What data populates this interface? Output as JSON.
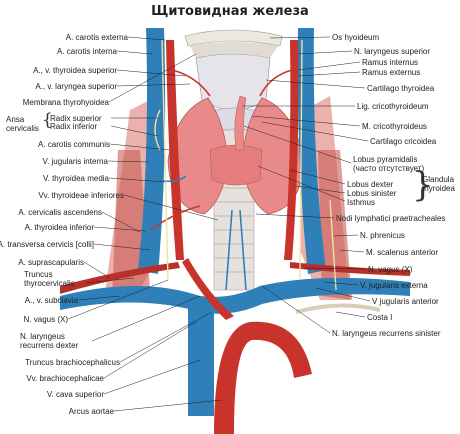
{
  "title": "Щитовидная железа",
  "colors": {
    "artery": "#c8342c",
    "vein": "#2f7fb8",
    "gland": "#e98a8a",
    "cartilage": "#e4e4ea",
    "nerve": "#f0e6b0",
    "leader": "#222222"
  },
  "labels_left": [
    "A. carotis externa",
    "A. carotis interna",
    "A., v. thyroidea superior",
    "A., v. laryngea superior",
    "Membrana thyrohyoidea",
    "Radix superior",
    "Radix inferior",
    "A. carotis communis",
    "V. jugularis interna",
    "V. thyroidea media",
    "Vv. thyroideae inferiores",
    "A. cervicalis ascendens",
    "A. thyroidea inferior",
    "A. transversa cervicis [colli]",
    "A. suprascapularis",
    "Truncus",
    "thyrocervicalis",
    "A., v. subclavia",
    "N. vagus (X)",
    "N. laryngeus",
    "recurrens dexter",
    "Truncus brachiocephalicus",
    "Vv. brachiocephalicae",
    "V. cava superior",
    "Arcus aortae"
  ],
  "ansa_label": [
    "Ansa",
    "cervicalis"
  ],
  "labels_right": [
    "Os hyoideum",
    "N. laryngeus superior",
    "Ramus internus",
    "Ramus externus",
    "Cartilago thyroidea",
    "Lig. cricothyroideum",
    "M. cricothyroideus",
    "Cartilago cricoidea",
    "Lobus pyramidalis",
    "(часто отсутствует)",
    "Lobus dexter",
    "Lobus sinister",
    "Isthmus",
    "Nodi lymphatici praetracheales",
    "N. phrenicus",
    "M. scalenus anterior",
    "N. vagus (X)",
    "V. jugularis externa",
    "V jugularis anterior",
    "Costa I",
    "N. laryngeus recurrens sinister"
  ],
  "glandula_label": [
    "Glandula",
    "thyroidea"
  ]
}
